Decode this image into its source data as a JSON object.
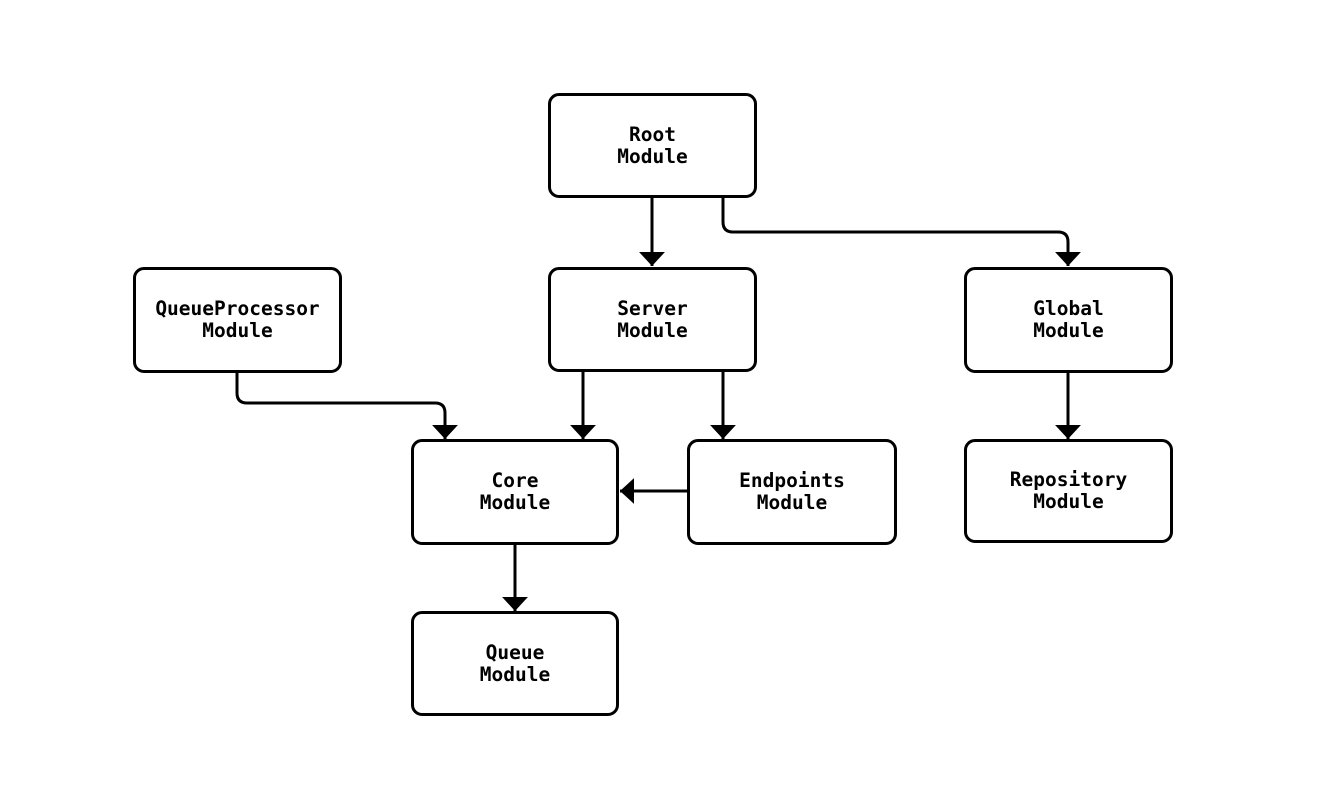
{
  "diagram": {
    "type": "flowchart",
    "background_color": "#ffffff",
    "stroke_color": "#000000",
    "node_fill_color": "#ffffff",
    "text_color": "#000000",
    "nodes": [
      {
        "id": "root",
        "line1": "Root",
        "line2": "Module"
      },
      {
        "id": "queueprocessor",
        "line1": "QueueProcessor",
        "line2": "Module"
      },
      {
        "id": "server",
        "line1": "Server",
        "line2": "Module"
      },
      {
        "id": "global",
        "line1": "Global",
        "line2": "Module"
      },
      {
        "id": "core",
        "line1": "Core",
        "line2": "Module"
      },
      {
        "id": "endpoints",
        "line1": "Endpoints",
        "line2": "Module"
      },
      {
        "id": "repository",
        "line1": "Repository",
        "line2": "Module"
      },
      {
        "id": "queue",
        "line1": "Queue",
        "line2": "Module"
      }
    ],
    "edges": [
      {
        "from": "root",
        "to": "server"
      },
      {
        "from": "root",
        "to": "global"
      },
      {
        "from": "queueprocessor",
        "to": "core"
      },
      {
        "from": "server",
        "to": "core"
      },
      {
        "from": "server",
        "to": "endpoints"
      },
      {
        "from": "endpoints",
        "to": "core"
      },
      {
        "from": "global",
        "to": "repository"
      },
      {
        "from": "core",
        "to": "queue"
      }
    ]
  }
}
